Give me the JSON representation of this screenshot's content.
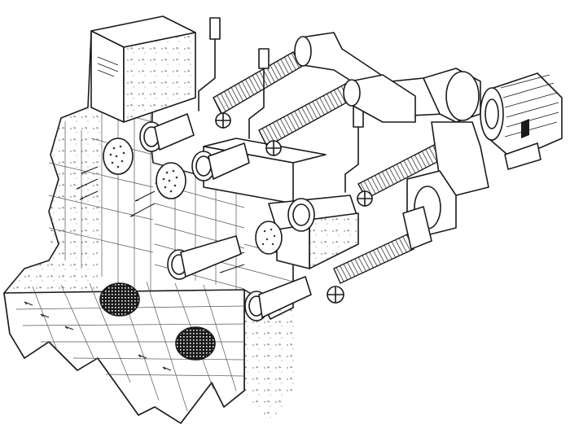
{
  "figure": {
    "background": "#ffffff",
    "ink": "#1a1a1a",
    "components": [
      "pool-wall",
      "pool-floor",
      "control-box",
      "counter-current-nozzle",
      "jet-nozzle",
      "floor-grate",
      "flexible-hose",
      "gate-valve",
      "air-regulator",
      "pipework",
      "pump-motor"
    ]
  }
}
